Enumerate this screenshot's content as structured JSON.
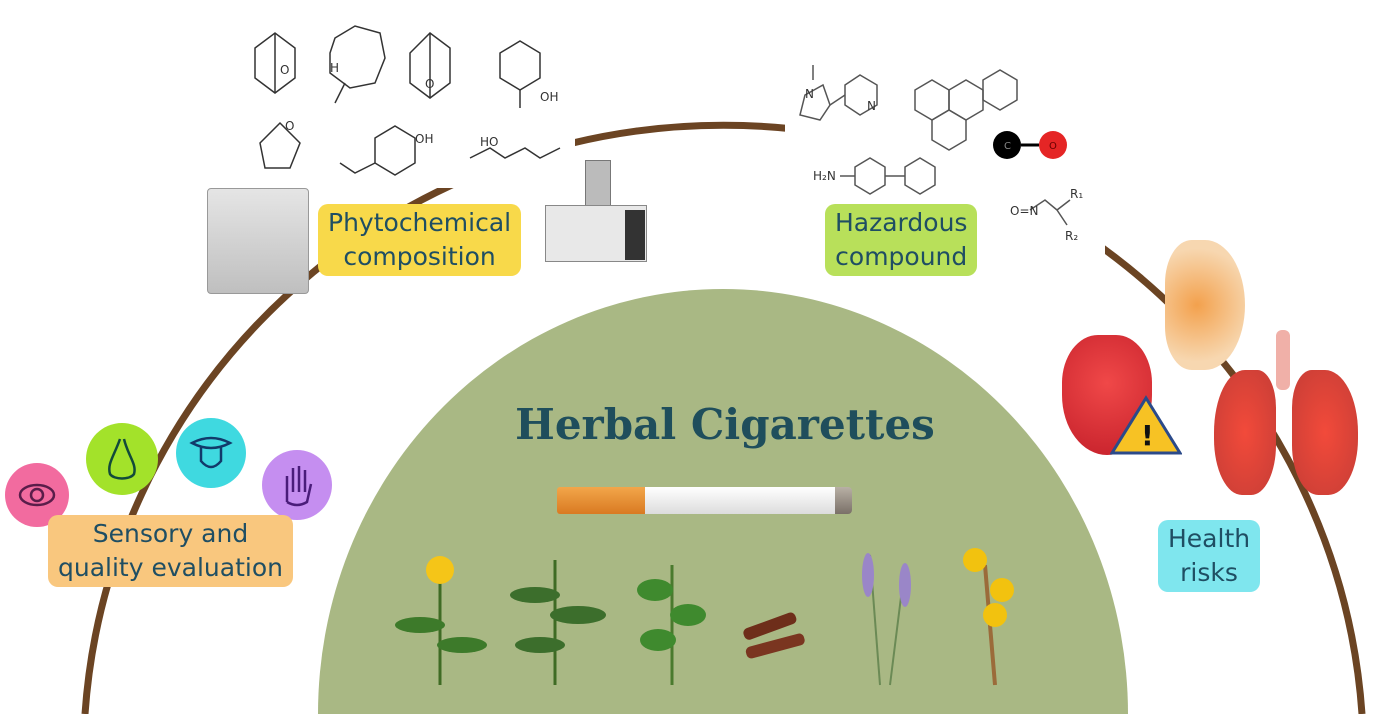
{
  "title": "Herbal Cigarettes",
  "labels": {
    "phytochemical": [
      "Phytochemical",
      "composition"
    ],
    "hazardous": [
      "Hazardous",
      "compound"
    ],
    "sensory": [
      "Sensory and",
      "quality evaluation"
    ],
    "health": [
      "Health",
      "risks"
    ]
  },
  "molecules": {
    "oh": "OH",
    "ho": "HO",
    "h": "H",
    "o": "O",
    "n": "N",
    "h2n": "H₂N",
    "c": "C",
    "nitroso_o": "O=N",
    "r1": "R₁",
    "r2": "R₂",
    "warning": "!"
  },
  "colors": {
    "arc": "#6b4423",
    "dome": "#a9b884",
    "phyto": "#f8d94a",
    "hazard": "#b8e05a",
    "sensory": "#f9c77e",
    "health": "#7fe6ee",
    "eye": "#f26b9f",
    "nose": "#a3e22a",
    "tongue": "#3fd9e0",
    "hand": "#c58ef0"
  }
}
